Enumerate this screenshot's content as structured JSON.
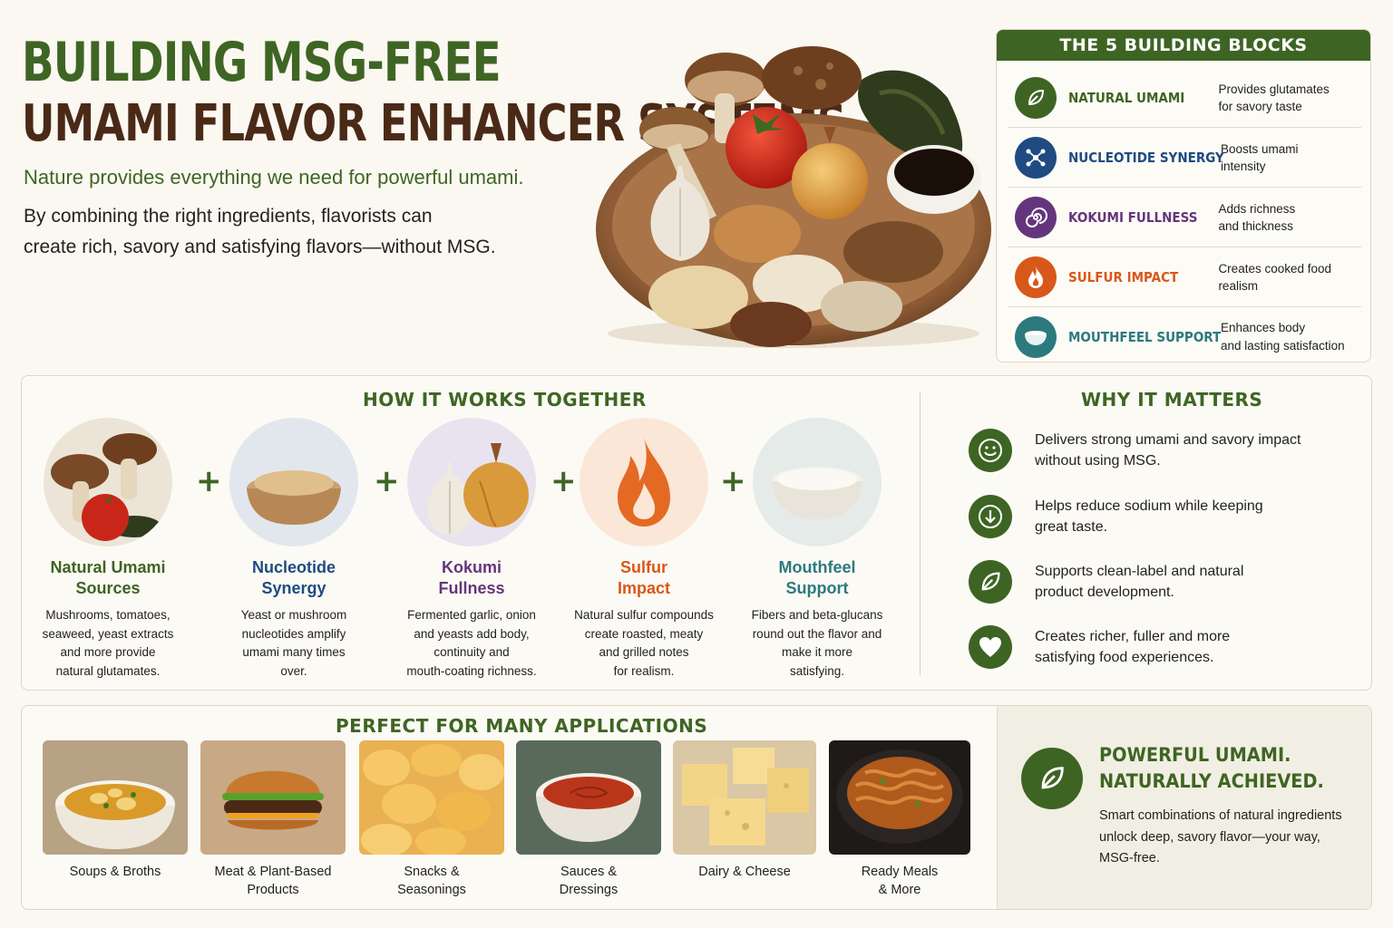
{
  "header": {
    "title_line1": "BUILDING MSG-FREE",
    "title_line2": "UMAMI FLAVOR ENHANCER SYSTEMS",
    "tagline": "Nature provides everything we need for powerful umami.",
    "intro_line1": "By combining the right ingredients, flavorists can",
    "intro_line2": "create rich, savory and satisfying flavors—without MSG."
  },
  "building_blocks": {
    "title": "THE 5 BUILDING BLOCKS",
    "items": [
      {
        "name": "NATURAL UMAMI",
        "desc1": "Provides glutamates",
        "desc2": "for savory taste",
        "color": "#3e6424",
        "icon": "leaf-icon"
      },
      {
        "name": "NUCLEOTIDE SYNERGY",
        "desc1": "Boosts umami",
        "desc2": "intensity",
        "color": "#1f4b82",
        "icon": "molecule-icon"
      },
      {
        "name": "KOKUMI FULLNESS",
        "desc1": "Adds richness",
        "desc2": "and thickness",
        "color": "#64357d",
        "icon": "spiral-icon"
      },
      {
        "name": "SULFUR IMPACT",
        "desc1": "Creates cooked food",
        "desc2": "realism",
        "color": "#d8581a",
        "icon": "flame-icon"
      },
      {
        "name": "MOUTHFEEL SUPPORT",
        "desc1": "Enhances body",
        "desc2": "and lasting satisfaction",
        "color": "#2c7a7e",
        "icon": "bowl-icon"
      }
    ]
  },
  "how_it_works": {
    "title": "HOW IT WORKS  TOGETHER",
    "steps": [
      {
        "name1": "Natural Umami",
        "name2": "Sources",
        "color": "#3e6424",
        "desc": [
          "Mushrooms, tomatoes,",
          "seaweed, yeast extracts",
          "and more provide",
          "natural glutamates."
        ]
      },
      {
        "name1": "Nucleotide",
        "name2": "Synergy",
        "color": "#1f4b82",
        "desc": [
          "Yeast or mushroom",
          "nucleotides amplify",
          "umami many times",
          "over."
        ]
      },
      {
        "name1": "Kokumi",
        "name2": "Fullness",
        "color": "#64357d",
        "desc": [
          "Fermented garlic, onion",
          "and yeasts add body,",
          "continuity and",
          "mouth-coating richness."
        ]
      },
      {
        "name1": "Sulfur",
        "name2": "Impact",
        "color": "#d8581a",
        "desc": [
          "Natural sulfur compounds",
          "create roasted, meaty",
          "and grilled notes",
          "for realism."
        ]
      },
      {
        "name1": "Mouthfeel",
        "name2": "Support",
        "color": "#2c7a7e",
        "desc": [
          "Fibers and beta-glucans",
          "round out the flavor and",
          "make it more",
          "satisfying."
        ]
      }
    ],
    "plus": "+"
  },
  "why_it_matters": {
    "title": "WHY IT MATTERS",
    "items": [
      {
        "line1": "Delivers strong umami and savory impact",
        "line2": "without using MSG.",
        "icon": "smile-icon"
      },
      {
        "line1": "Helps reduce sodium while keeping",
        "line2": "great taste.",
        "icon": "down-arrow-icon"
      },
      {
        "line1": "Supports clean-label and natural",
        "line2": "product development.",
        "icon": "leaf-icon"
      },
      {
        "line1": "Creates richer, fuller and more",
        "line2": "satisfying food experiences.",
        "icon": "heart-icon"
      }
    ]
  },
  "applications": {
    "title": "PERFECT FOR MANY APPLICATIONS",
    "items": [
      {
        "line1": "Soups & Broths",
        "line2": ""
      },
      {
        "line1": "Meat & Plant-Based",
        "line2": "Products"
      },
      {
        "line1": "Snacks &",
        "line2": "Seasonings"
      },
      {
        "line1": "Sauces &",
        "line2": "Dressings"
      },
      {
        "line1": "Dairy & Cheese",
        "line2": ""
      },
      {
        "line1": "Ready Meals",
        "line2": "& More"
      }
    ]
  },
  "cta": {
    "title_line1": "POWERFUL UMAMI.",
    "title_line2": "NATURALLY ACHIEVED.",
    "body_line1": "Smart combinations of natural ingredients",
    "body_line2": "unlock deep, savory flavor—your way,",
    "body_line3": "MSG-free."
  },
  "colors": {
    "primary_green": "#3e6424",
    "title_brown": "#4a2a17",
    "background": "#fbf8f1"
  }
}
